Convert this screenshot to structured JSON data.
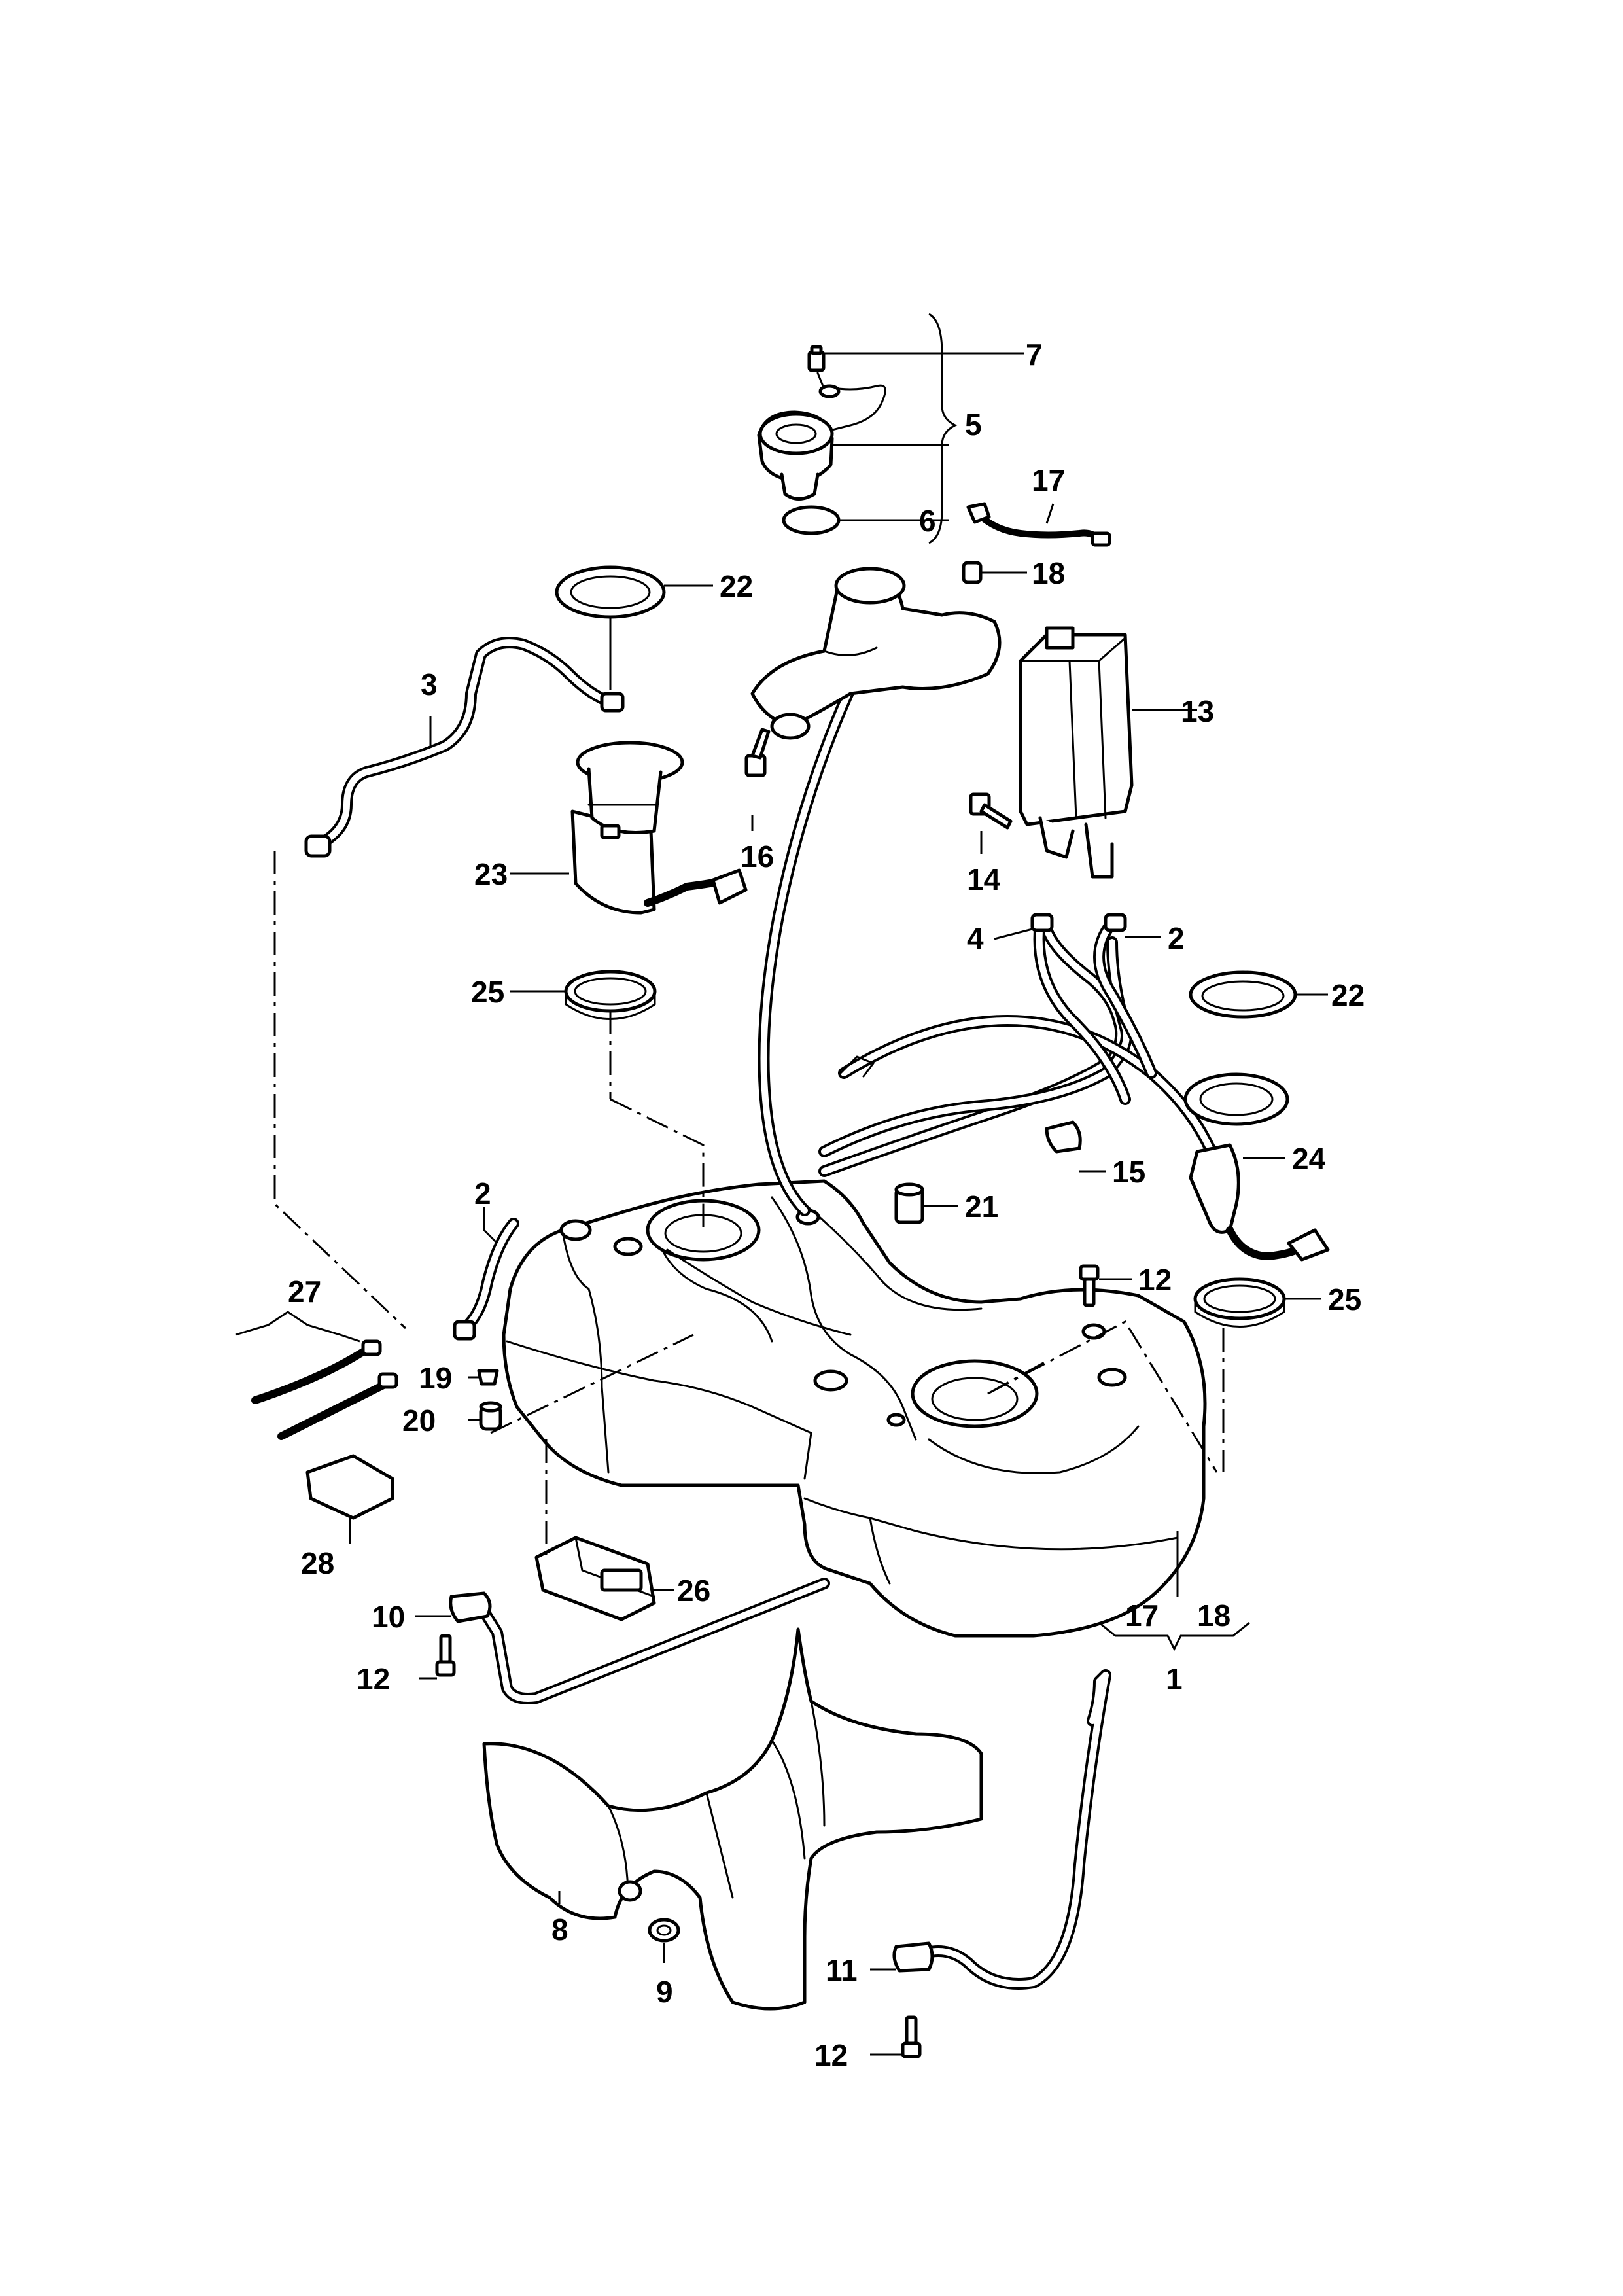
{
  "callouts": {
    "c1": "1",
    "c2a": "2",
    "c2b": "2",
    "c3": "3",
    "c4": "4",
    "c5": "5",
    "c6": "6",
    "c7": "7",
    "c8": "8",
    "c9": "9",
    "c10": "10",
    "c11": "11",
    "c12a": "12",
    "c12b": "12",
    "c12c": "12",
    "c13": "13",
    "c14": "14",
    "c15": "15",
    "c16": "16",
    "c17a": "17",
    "c17b": "17",
    "c18a": "18",
    "c18b": "18",
    "c19": "19",
    "c20": "20",
    "c21": "21",
    "c22a": "22",
    "c22b": "22",
    "c23": "23",
    "c24": "24",
    "c25a": "25",
    "c25b": "25",
    "c26": "26",
    "c27": "27",
    "c28": "28"
  }
}
